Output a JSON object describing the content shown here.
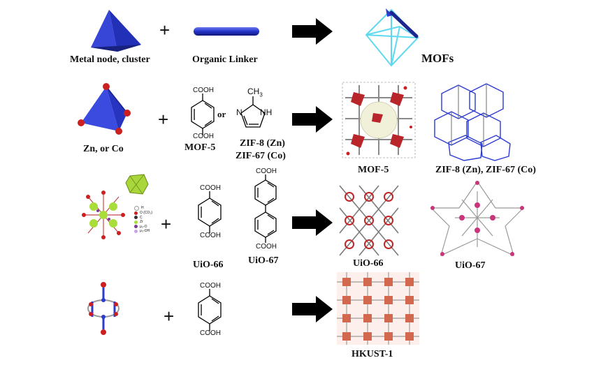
{
  "colors": {
    "node_blue": "#2b3ad0",
    "linker_blue": "#2433c8",
    "cage_cyan": "#5fd9ef",
    "oxygen_red": "#cc1f1f",
    "arrow_black": "#000000",
    "mof_grey": "#8a8a8a",
    "uio_magenta": "#c8357a"
  },
  "row1": {
    "node_label": "Metal node, cluster",
    "linker_label": "Organic Linker",
    "product_label": "MOFs",
    "plus": "+"
  },
  "row2": {
    "metal_label": "Zn, or Co",
    "linker1_label": "MOF-5",
    "or_text": "or",
    "linker2_label_a": "ZIF-8 (Zn)",
    "linker2_label_b": "ZIF-67 (Co)",
    "product1_label": "MOF-5",
    "product2_label": "ZIF-8 (Zn), ZIF-67 (Co)",
    "cooh": "COOH",
    "ch3": "CH",
    "ch3_sub": "3",
    "nh": "NH",
    "n": "N",
    "plus": "+"
  },
  "row3": {
    "linker1_label": "UiO-66",
    "linker2_label": "UiO-67",
    "product1_label": "UiO-66",
    "product2_label": "UiO-67",
    "cooh": "COOH",
    "legend": [
      "H",
      "O (CO₂)",
      "C",
      "Zr",
      "μ₃-O",
      "μ₃-OH"
    ],
    "plus": "+"
  },
  "row4": {
    "product_label": "HKUST-1",
    "cooh": "COOH",
    "plus": "+"
  }
}
